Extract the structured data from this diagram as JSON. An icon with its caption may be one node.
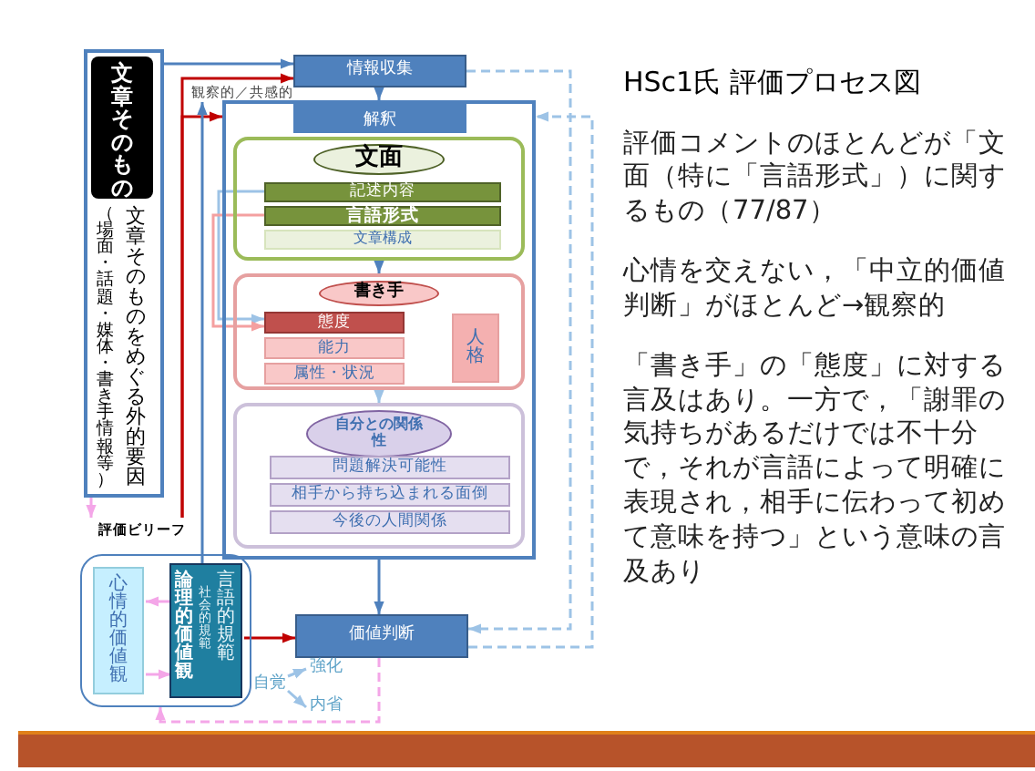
{
  "diagram": {
    "title": "HSc1氏 評価プロセス図",
    "nodes": [
      {
        "text": [
          "文章そのもの",
          "（場面・話題・媒体・書き手情報等）",
          "文章そのものをめぐる外的要因"
        ]
      },
      {
        "text": [
          "情報収集"
        ]
      },
      {
        "text": [
          "解釈"
        ]
      },
      {
        "text": [
          "文面"
        ],
        "in": 2
      },
      {
        "text": [
          "記述内容"
        ],
        "in": 3
      },
      {
        "text": [
          "言語形式"
        ],
        "in": 3
      },
      {
        "text": [
          "文章構成"
        ],
        "in": 3
      },
      {
        "text": [
          "書き手"
        ],
        "in": 2
      },
      {
        "text": [
          "態度"
        ],
        "in": 7
      },
      {
        "text": [
          "能力"
        ],
        "in": 7
      },
      {
        "text": [
          "属性・状況"
        ],
        "in": 7
      },
      {
        "text": [
          "人格"
        ],
        "in": 7
      },
      {
        "text": [
          "自分との関係性"
        ],
        "in": 2
      },
      {
        "text": [
          "問題解決可能性"
        ],
        "in": 12
      },
      {
        "text": [
          "相手から持ち込まれる面倒"
        ],
        "in": 12
      },
      {
        "text": [
          "今後の人間関係"
        ],
        "in": 12
      },
      {
        "text": [
          "評価ビリーフ"
        ]
      },
      {
        "text": [
          "心情的価値観"
        ],
        "in": 16
      },
      {
        "text": [
          "論理的価値観",
          "社会的規範",
          "言語的規範"
        ],
        "in": 16
      },
      {
        "text": [
          "価値判断"
        ]
      },
      {
        "text": [
          "自覚"
        ]
      },
      {
        "text": [
          "強化"
        ]
      },
      {
        "text": [
          "内省"
        ]
      },
      {
        "text": [
          "観察的／共感的"
        ]
      }
    ],
    "edges": [
      {
        "from": 0,
        "to": 1,
        "arrow": "to"
      },
      {
        "from": 16,
        "to": 1,
        "arrow": "to",
        "color": "#c00000"
      },
      {
        "from": 16,
        "to": 2,
        "arrow": "to",
        "color": "#c00000"
      },
      {
        "from": 18,
        "to": 23,
        "arrow": "to"
      },
      {
        "from": 1,
        "to": 2,
        "arrow": "to"
      },
      {
        "from": 3,
        "to": 7,
        "arrow": "to"
      },
      {
        "from": 7,
        "to": 12,
        "arrow": "to",
        "color": "#9dc3e6"
      },
      {
        "from": 4,
        "to": 8,
        "arrow": "to",
        "color": "#9dc3e6"
      },
      {
        "from": 5,
        "to": 8,
        "arrow": "to",
        "color": "#f4a0a0"
      },
      {
        "from": 2,
        "to": 19,
        "arrow": "to"
      },
      {
        "from": 18,
        "to": 19,
        "arrow": "to",
        "color": "#c00000"
      },
      {
        "from": 1,
        "to": 19,
        "arrow": "to",
        "style": "dashed",
        "color": "#9dc3e6"
      },
      {
        "from": 19,
        "to": 2,
        "arrow": "to",
        "style": "dashed",
        "color": "#9dc3e6"
      },
      {
        "from": 0,
        "to": 16,
        "arrow": "to",
        "style": "dashed",
        "color": "#f4a6e8"
      },
      {
        "from": 19,
        "to": 16,
        "arrow": "to",
        "style": "dashed",
        "color": "#f4a6e8"
      },
      {
        "from": 18,
        "to": 17,
        "arrow": "to",
        "color": "#f4a6e8"
      },
      {
        "from": 17,
        "to": 18,
        "arrow": "to",
        "color": "#f4a6e8"
      },
      {
        "from": 20,
        "to": 21,
        "arrow": "to",
        "color": "#9dc3e6"
      },
      {
        "from": 20,
        "to": 22,
        "arrow": "to",
        "color": "#9dc3e6"
      }
    ],
    "labels": [
      "評価コメントのほとんどが「文面（特に「言語形式」）に関するもの（77/87）",
      "心情を交えない，「中立的価値判断」がほとんど→観察的",
      "「書き手」の「態度」に対する言及はあり。一方で，「謝罪の気持ちがあるだけでは不十分で，それが言語によって明確に表現され，相手に伝わって初めて意味を持つ」という意味の言及あり"
    ]
  }
}
